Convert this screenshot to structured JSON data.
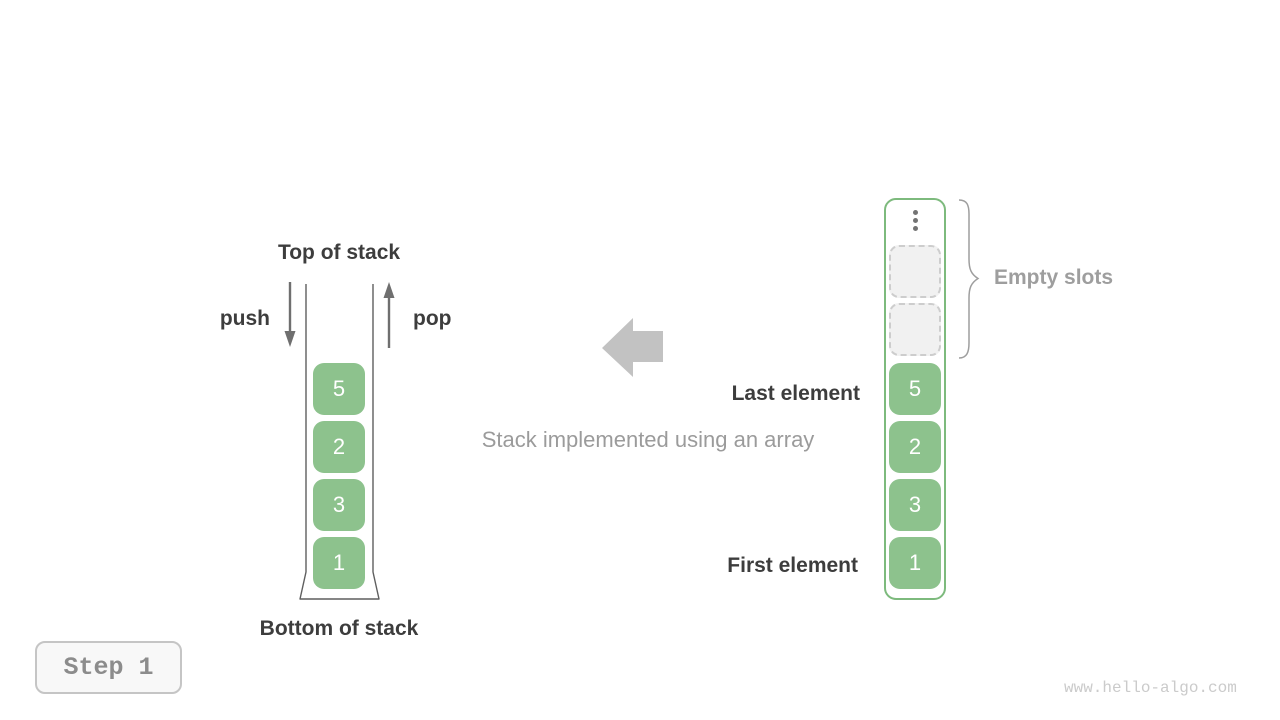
{
  "stack_view": {
    "top_label": "Top of stack",
    "bottom_label": "Bottom of stack",
    "push_label": "push",
    "pop_label": "pop",
    "blocks": [
      "5",
      "2",
      "3",
      "1"
    ]
  },
  "caption": "Stack implemented using an array",
  "array_view": {
    "blocks": [
      "5",
      "2",
      "3",
      "1"
    ],
    "empty_slot_count": 2,
    "empty_slots_label": "Empty slots",
    "last_element_label": "Last element",
    "first_element_label": "First element",
    "ellipsis_icon": "vertical-ellipsis"
  },
  "step_badge": "Step 1",
  "watermark": "www.hello-algo.com",
  "colors": {
    "block_green": "#8dc28d",
    "container_border_green": "#7dba7d",
    "dark_text": "#3d3d3d",
    "muted_text": "#9e9e9e",
    "push_pop_arrow": "#6f6f6f",
    "big_arrow": "#c2c2c2",
    "empty_slot_fill": "#f1f1f1",
    "empty_slot_border": "#cdcdcd",
    "step_text": "#8c8c8c",
    "watermark_text": "#cbcbcb"
  }
}
